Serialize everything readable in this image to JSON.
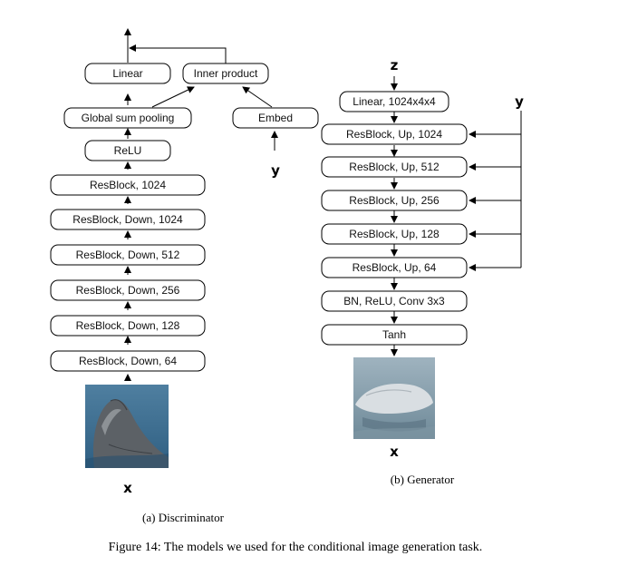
{
  "discriminator": {
    "top": {
      "linear": "Linear",
      "inner_product": "Inner product"
    },
    "pooling": "Global sum pooling",
    "embed": "Embed",
    "label_var": "y",
    "relu": "ReLU",
    "blocks": [
      "ResBlock, 1024",
      "ResBlock, Down, 1024",
      "ResBlock, Down, 512",
      "ResBlock, Down, 256",
      "ResBlock, Down, 128",
      "ResBlock, Down, 64"
    ],
    "input_var": "x",
    "caption": "(a) Discriminator"
  },
  "generator": {
    "noise_var": "z",
    "label_var": "y",
    "linear": "Linear, 1024x4x4",
    "blocks": [
      "ResBlock, Up, 1024",
      "ResBlock, Up, 512",
      "ResBlock, Up, 256",
      "ResBlock, Up, 128",
      "ResBlock, Up, 64"
    ],
    "bn": "BN, ReLU, Conv 3x3",
    "tanh": "Tanh",
    "output_var": "x",
    "caption": "(b) Generator"
  },
  "figure_caption": "Figure 14: The models we used for the conditional image generation task."
}
